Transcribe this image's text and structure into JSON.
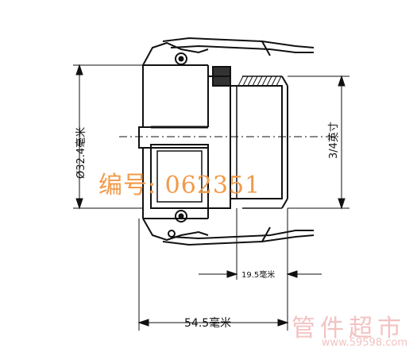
{
  "dimensions": {
    "diameter": "Ø32.4毫米",
    "thread": "3/4英寸",
    "inner_length": "19.5毫米",
    "total_length": "54.5毫米"
  },
  "watermark": {
    "code": "编号: 062351",
    "brand": "管件超市",
    "url": "www.59598.com"
  },
  "colors": {
    "line": "#111111",
    "watermark_code": "#f29a4a",
    "watermark_brand": "#f3c2c2"
  }
}
